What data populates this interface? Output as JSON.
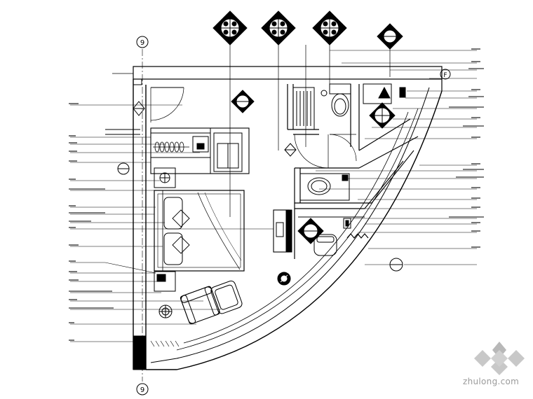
{
  "drawing": {
    "grid_axis_label": "9",
    "north_symbol_label": "F"
  },
  "watermark": {
    "text": "zhulong.com"
  }
}
